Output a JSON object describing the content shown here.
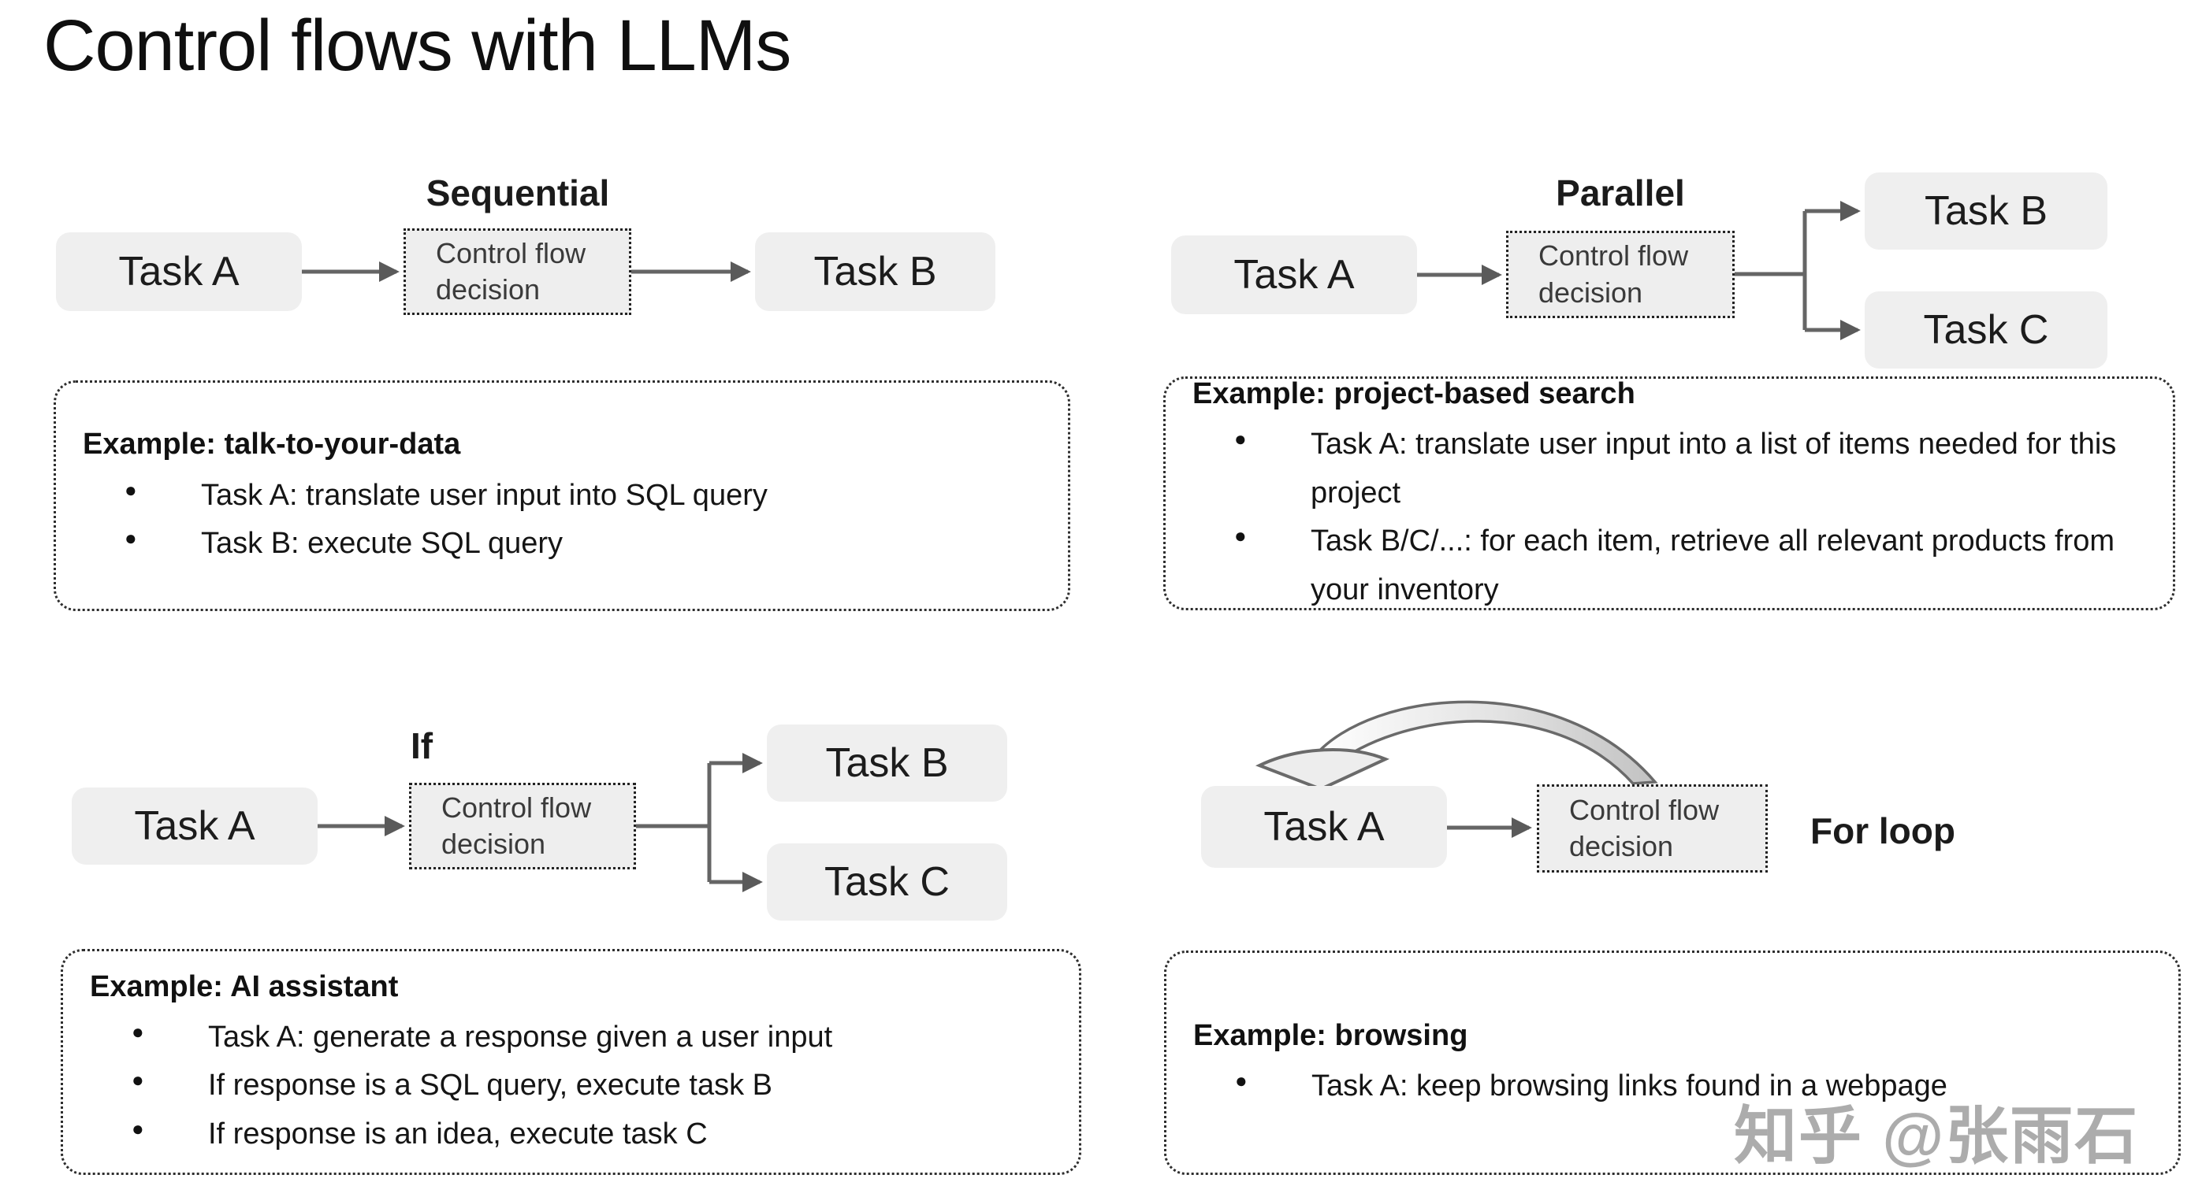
{
  "title": "Control flows with LLMs",
  "watermark": "知乎 @张雨石",
  "shared": {
    "task_a": "Task A",
    "task_b": "Task B",
    "task_c": "Task C",
    "decision": "Control flow decision"
  },
  "colors": {
    "task_box_bg": "#efefef",
    "decision_box_bg": "#eeeeee",
    "dotted_border": "#222222",
    "arrow": "#636363",
    "text": "#151515",
    "watermark_gray": "#9a9a9a"
  },
  "sections": {
    "sequential": {
      "label": "Sequential",
      "example_title": "Example: talk-to-your-data",
      "bullets": [
        "Task A: translate user input into SQL query",
        "Task B: execute SQL query"
      ]
    },
    "parallel": {
      "label": "Parallel",
      "example_title": "Example: project-based search",
      "bullets": [
        "Task A: translate user input into a list of items needed for this project",
        "Task B/C/...: for each item, retrieve all relevant products from your inventory"
      ]
    },
    "if": {
      "label": "If",
      "example_title": "Example: AI assistant",
      "bullets": [
        "Task A: generate a response given a user input",
        "If response is a SQL query, execute task B",
        "If response is an idea, execute task C"
      ]
    },
    "for_loop": {
      "label": "For loop",
      "example_title": "Example: browsing",
      "bullets": [
        "Task A: keep browsing links found in a webpage"
      ]
    }
  }
}
